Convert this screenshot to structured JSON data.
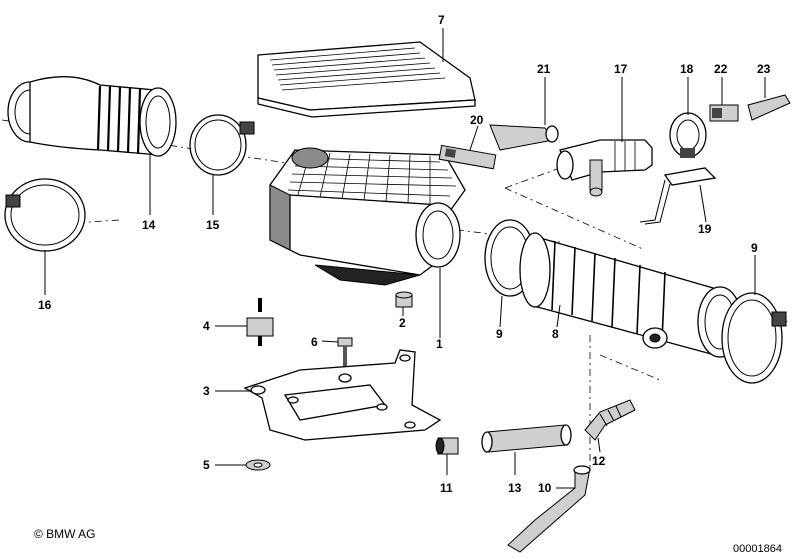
{
  "callouts": [
    "7",
    "21",
    "17",
    "18",
    "22",
    "23",
    "20",
    "14",
    "15",
    "16",
    "19",
    "9",
    "2",
    "1",
    "4",
    "6",
    "3",
    "5",
    "8",
    "9",
    "11",
    "13",
    "12",
    "10"
  ],
  "copyright": "© BMW AG",
  "diagram_number": "00001864"
}
